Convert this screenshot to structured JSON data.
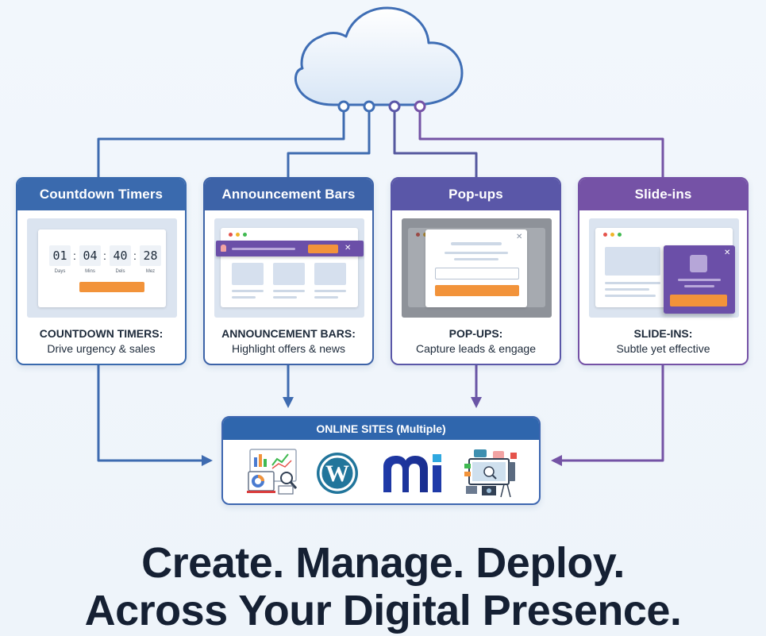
{
  "cards": [
    {
      "title": "Countdown Timers",
      "caption_title": "COUNTDOWN TIMERS:",
      "caption_sub": "Drive urgency & sales",
      "color": "#3a6aae",
      "timer": {
        "values": [
          "01",
          "04",
          "40",
          "28"
        ],
        "labels": [
          "Days",
          "Mins",
          "Dels",
          "Mez"
        ]
      }
    },
    {
      "title": "Announcement Bars",
      "caption_title": "ANNOUNCEMENT BARS:",
      "caption_sub": "Highlight offers & news",
      "color": "#3d63a8"
    },
    {
      "title": "Pop-ups",
      "caption_title": "POP-UPS:",
      "caption_sub": "Capture leads & engage",
      "color": "#5a57a8"
    },
    {
      "title": "Slide-ins",
      "caption_title": "SLIDE-INS:",
      "caption_sub": "Subtle yet effective",
      "color": "#7552a6"
    }
  ],
  "sites": {
    "title": "ONLINE SITES (Multiple)",
    "icons": [
      "analytics-dashboard-icon",
      "wordpress-icon",
      "mi-logo-icon",
      "media-devices-icon"
    ]
  },
  "headline": {
    "line1": "Create. Manage. Deploy.",
    "line2": "Across Your Digital Presence."
  },
  "colors": {
    "blue": "#3a6aae",
    "purple": "#7552a6",
    "orange": "#f2933a",
    "cloud_stroke": "#3f6eb5",
    "dark_text": "#152033"
  }
}
